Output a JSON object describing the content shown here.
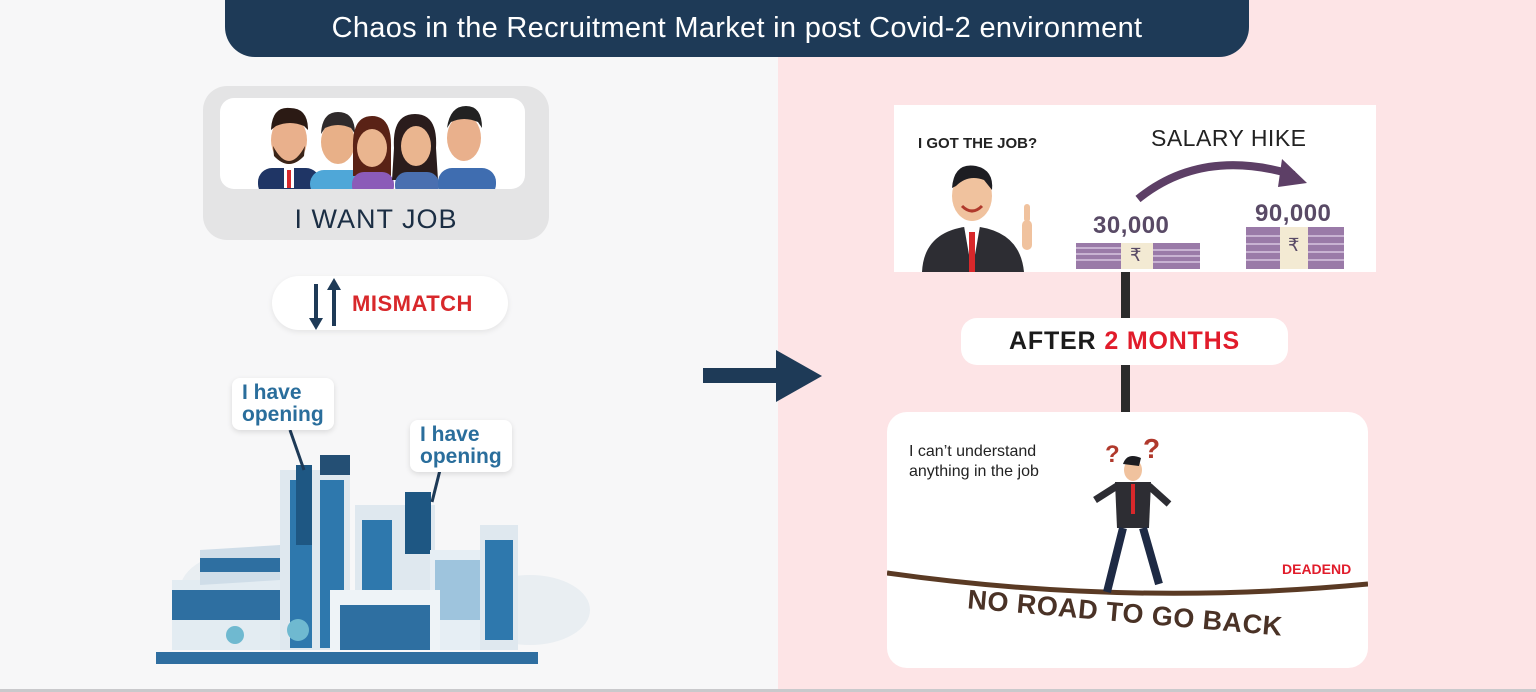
{
  "header": {
    "title": "Chaos in the Recruitment Market in post Covid-2 environment"
  },
  "left": {
    "job_seeker_label": "I WANT JOB",
    "mismatch_label": "MISMATCH",
    "bubble_1": [
      "I have",
      "opening"
    ],
    "bubble_2": [
      "I have",
      "opening"
    ]
  },
  "right": {
    "got_job": "I GOT THE JOB?",
    "salary_hike": "SALARY HIKE",
    "old_salary": "30,000",
    "new_salary": "90,000",
    "currency_symbol": "₹",
    "after_prefix": "AFTER",
    "after_highlight": "2 MONTHS",
    "cant_understand": [
      "I can’t understand",
      "anything in the job"
    ],
    "deadend": "DEADEND",
    "no_road": "NO ROAD TO GO BACK"
  },
  "colors": {
    "navy": "#1e3a57",
    "red": "#e11c2b",
    "pink_bg": "#fde4e6",
    "money_purple": "#9a7aa8"
  }
}
